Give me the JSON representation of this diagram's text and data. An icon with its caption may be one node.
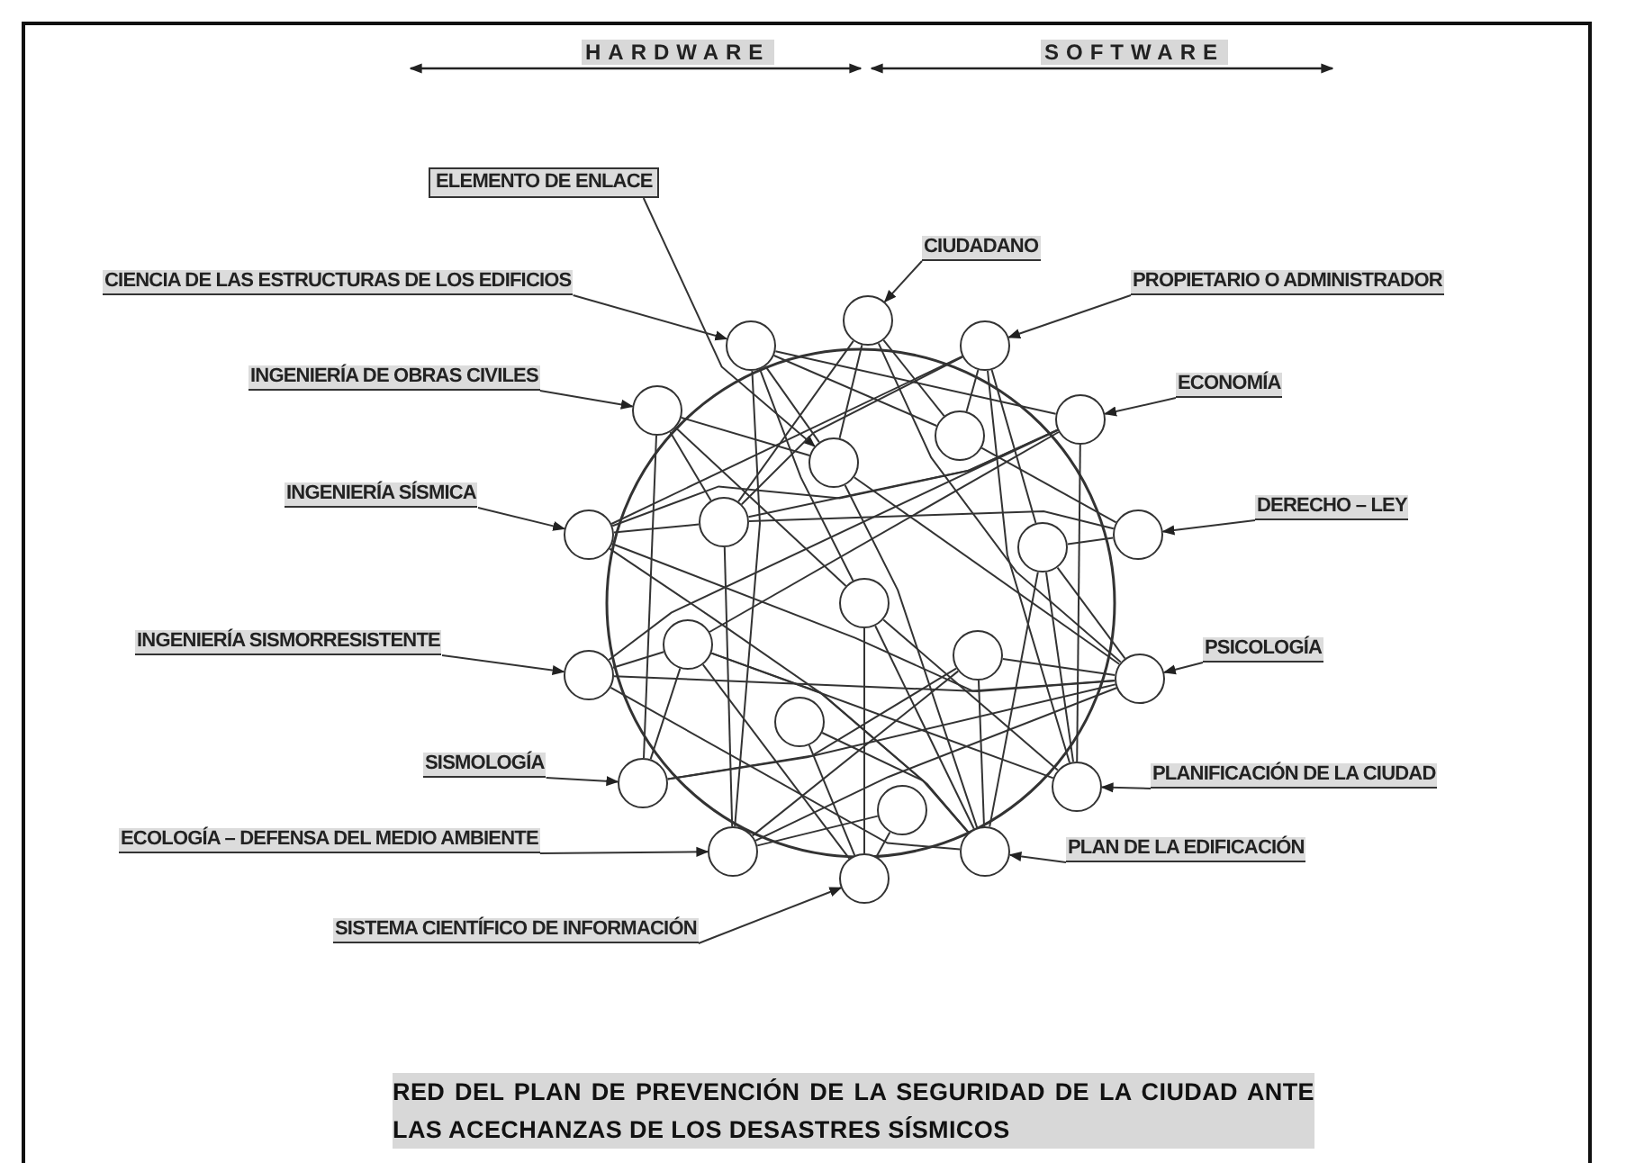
{
  "diagram": {
    "caption": "RED DEL PLAN DE PREVENCIÓN DE LA SEGURIDAD DE LA CIUDAD ANTE LAS ACECHANZAS DE LOS DESASTRES SÍSMICOS",
    "nodes": [
      {
        "text": [
          "ELEMENTO DE ENLACE"
        ]
      },
      {
        "text": [
          "CIUDADANO"
        ]
      },
      {
        "text": [
          "CIENCIA DE LAS ESTRUCTURAS DE LOS EDIFICIOS"
        ]
      },
      {
        "text": [
          "PROPIETARIO O ADMINISTRADOR"
        ]
      },
      {
        "text": [
          "INGENIERÍA DE OBRAS CIVILES"
        ]
      },
      {
        "text": [
          "ECONOMÍA"
        ]
      },
      {
        "text": [
          "INGENIERÍA SÍSMICA"
        ]
      },
      {
        "text": [
          "DERECHO – LEY"
        ]
      },
      {
        "text": [
          "INGENIERÍA SISMORRESISTENTE"
        ]
      },
      {
        "text": [
          "PSICOLOGÍA"
        ]
      },
      {
        "text": [
          "SISMOLOGÍA"
        ]
      },
      {
        "text": [
          "PLANIFICACIÓN DE LA CIUDAD"
        ]
      },
      {
        "text": [
          "ECOLOGÍA – DEFENSA DEL MEDIO AMBIENTE"
        ]
      },
      {
        "text": [
          "PLAN DE LA EDIFICACIÓN"
        ]
      },
      {
        "text": [
          "SISTEMA CIENTÍFICO DE INFORMACIÓN"
        ]
      },
      {
        "text": [],
        "shape": "circle"
      },
      {
        "text": [],
        "shape": "circle"
      },
      {
        "text": [],
        "shape": "circle"
      },
      {
        "text": [],
        "shape": "circle"
      },
      {
        "text": [],
        "shape": "circle"
      },
      {
        "text": [],
        "shape": "circle"
      },
      {
        "text": [],
        "shape": "circle"
      },
      {
        "text": [],
        "shape": "circle"
      },
      {
        "text": [],
        "shape": "circle"
      },
      {
        "text": [],
        "shape": "circle"
      },
      {
        "text": [],
        "shape": "circle"
      },
      {
        "text": [],
        "shape": "circle"
      },
      {
        "text": [],
        "shape": "circle"
      },
      {
        "text": [],
        "shape": "circle"
      },
      {
        "text": [],
        "shape": "circle"
      },
      {
        "text": [],
        "shape": "circle"
      },
      {
        "text": [],
        "shape": "circle"
      },
      {
        "text": [],
        "shape": "circle"
      },
      {
        "text": [],
        "shape": "circle"
      },
      {
        "text": [],
        "shape": "circle"
      },
      {
        "text": [],
        "shape": "circle"
      },
      {
        "text": [],
        "shape": "circle"
      },
      {
        "text": [],
        "shape": "circle"
      }
    ],
    "edges": [
      {
        "from": 0,
        "to": 21,
        "arrow": "to"
      },
      {
        "from": 1,
        "to": 15,
        "arrow": "to"
      },
      {
        "from": 2,
        "to": 16,
        "arrow": "to"
      },
      {
        "from": 3,
        "to": 17,
        "arrow": "to"
      },
      {
        "from": 4,
        "to": 18,
        "arrow": "to"
      },
      {
        "from": 5,
        "to": 19,
        "arrow": "to"
      },
      {
        "from": 6,
        "to": 23,
        "arrow": "to"
      },
      {
        "from": 7,
        "to": 24,
        "arrow": "to"
      },
      {
        "from": 8,
        "to": 29,
        "arrow": "to"
      },
      {
        "from": 9,
        "to": 30,
        "arrow": "to"
      },
      {
        "from": 10,
        "to": 32,
        "arrow": "to"
      },
      {
        "from": 11,
        "to": 33,
        "arrow": "to"
      },
      {
        "from": 12,
        "to": 35,
        "arrow": "to"
      },
      {
        "from": 13,
        "to": 36,
        "arrow": "to"
      },
      {
        "from": 14,
        "to": 37,
        "arrow": "to"
      },
      {
        "from": 16,
        "to": 20,
        "arrow": "none"
      },
      {
        "from": 16,
        "to": 19,
        "arrow": "none"
      },
      {
        "from": 16,
        "to": 35,
        "arrow": "none"
      },
      {
        "from": 16,
        "to": 21,
        "arrow": "none"
      },
      {
        "from": 16,
        "to": 26,
        "arrow": "none"
      },
      {
        "from": 15,
        "to": 22,
        "arrow": "none"
      },
      {
        "from": 15,
        "to": 21,
        "arrow": "none"
      },
      {
        "from": 15,
        "to": 20,
        "arrow": "none"
      },
      {
        "from": 15,
        "to": 30,
        "arrow": "none"
      },
      {
        "from": 17,
        "to": 20,
        "arrow": "none"
      },
      {
        "from": 17,
        "to": 25,
        "arrow": "none"
      },
      {
        "from": 17,
        "to": 23,
        "arrow": "none"
      },
      {
        "from": 17,
        "to": 22,
        "arrow": "none"
      },
      {
        "from": 17,
        "to": 33,
        "arrow": "none"
      },
      {
        "from": 18,
        "to": 32,
        "arrow": "none"
      },
      {
        "from": 18,
        "to": 22,
        "arrow": "none"
      },
      {
        "from": 18,
        "to": 21,
        "arrow": "none"
      },
      {
        "from": 18,
        "to": 26,
        "arrow": "none"
      },
      {
        "from": 19,
        "to": 23,
        "arrow": "none"
      },
      {
        "from": 19,
        "to": 22,
        "arrow": "none"
      },
      {
        "from": 19,
        "to": 27,
        "arrow": "none"
      },
      {
        "from": 19,
        "to": 33,
        "arrow": "none"
      },
      {
        "from": 19,
        "to": 29,
        "arrow": "none"
      },
      {
        "from": 23,
        "to": 22,
        "arrow": "none"
      },
      {
        "from": 23,
        "to": 30,
        "arrow": "none"
      },
      {
        "from": 23,
        "to": 36,
        "arrow": "none"
      },
      {
        "from": 24,
        "to": 25,
        "arrow": "none"
      },
      {
        "from": 24,
        "to": 22,
        "arrow": "none"
      },
      {
        "from": 24,
        "to": 20,
        "arrow": "none"
      },
      {
        "from": 29,
        "to": 27,
        "arrow": "none"
      },
      {
        "from": 29,
        "to": 30,
        "arrow": "none"
      },
      {
        "from": 30,
        "to": 21,
        "arrow": "none"
      },
      {
        "from": 30,
        "to": 28,
        "arrow": "none"
      },
      {
        "from": 30,
        "to": 32,
        "arrow": "none"
      },
      {
        "from": 30,
        "to": 35,
        "arrow": "none"
      },
      {
        "from": 30,
        "to": 25,
        "arrow": "none"
      },
      {
        "from": 32,
        "to": 28,
        "arrow": "none"
      },
      {
        "from": 32,
        "to": 27,
        "arrow": "none"
      },
      {
        "from": 33,
        "to": 26,
        "arrow": "none"
      },
      {
        "from": 33,
        "to": 25,
        "arrow": "none"
      },
      {
        "from": 33,
        "to": 27,
        "arrow": "none"
      },
      {
        "from": 35,
        "to": 22,
        "arrow": "none"
      },
      {
        "from": 35,
        "to": 34,
        "arrow": "none"
      },
      {
        "from": 35,
        "to": 28,
        "arrow": "none"
      },
      {
        "from": 36,
        "to": 21,
        "arrow": "none"
      },
      {
        "from": 36,
        "to": 26,
        "arrow": "none"
      },
      {
        "from": 36,
        "to": 27,
        "arrow": "none"
      },
      {
        "from": 36,
        "to": 28,
        "arrow": "none"
      },
      {
        "from": 36,
        "to": 31,
        "arrow": "none"
      },
      {
        "from": 36,
        "to": 25,
        "arrow": "none"
      },
      {
        "from": 36,
        "to": 29,
        "arrow": "none"
      },
      {
        "from": 37,
        "to": 26,
        "arrow": "none"
      },
      {
        "from": 37,
        "to": 31,
        "arrow": "none"
      },
      {
        "from": 37,
        "to": 27,
        "arrow": "none"
      },
      {
        "from": 37,
        "to": 34,
        "arrow": "none"
      }
    ],
    "labels": [
      "HARDWARE",
      "SOFTWARE"
    ]
  }
}
